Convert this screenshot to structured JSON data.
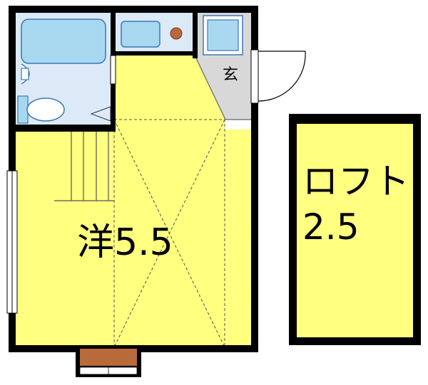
{
  "labels": {
    "entrance": "玄",
    "main_room": "洋5.5",
    "loft_line1": "ロフト",
    "loft_line2": "2.5"
  },
  "colors": {
    "wall": "#000000",
    "room_fill": "#ffff80",
    "wet_area": "#dceaf8",
    "fixture": "#a8d8f0",
    "fixture_stroke": "#3a78b8",
    "entrance_floor": "#d8d8d8",
    "balcony": "#b86a3a"
  },
  "icons": [
    "bathtub-icon",
    "sink-icon",
    "toilet-icon",
    "washbasin-icon",
    "stove-icon",
    "shoe-cabinet-icon",
    "door-swing-icon",
    "stairs-icon",
    "window-icon"
  ]
}
